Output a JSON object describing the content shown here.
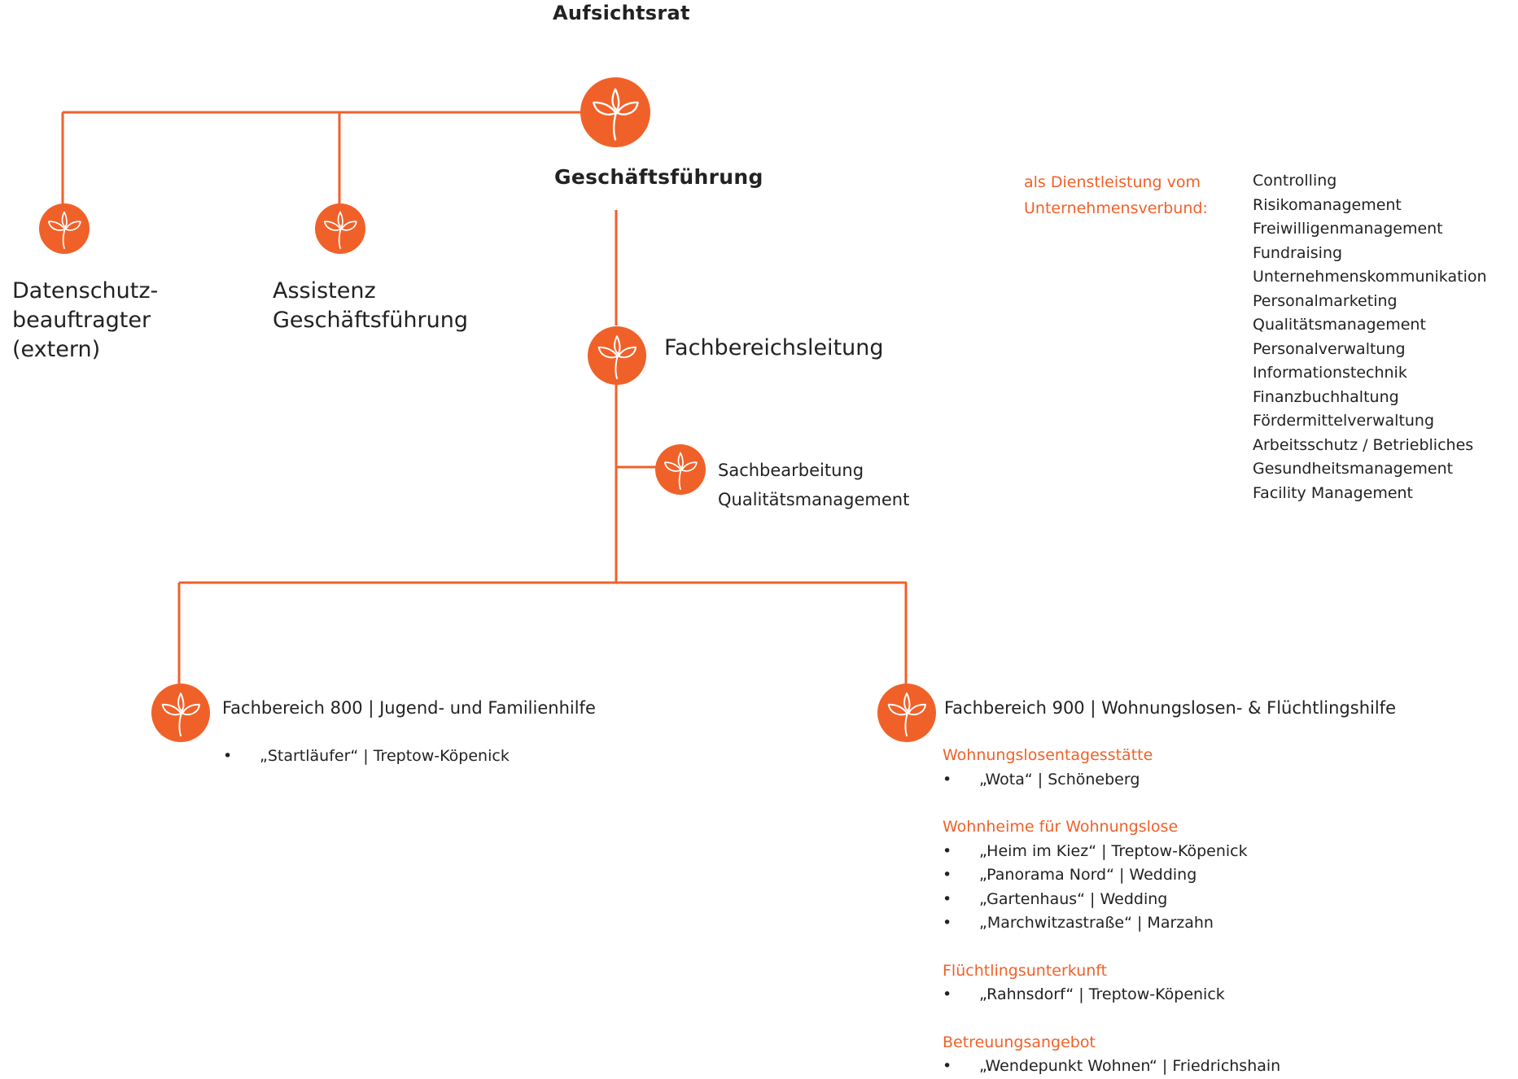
{
  "supervisory_board": "Aufsichtsrat",
  "management": "Geschäftsführung",
  "data_protection": [
    "Datenschutz-",
    "beauftragter",
    "(extern)"
  ],
  "assistant": [
    "Assistenz",
    "Geschäftsführung"
  ],
  "department_lead": "Fachbereichsleitung",
  "quality_staff": [
    "Sachbearbeitung",
    "Qualitätsmanagement"
  ],
  "service_label": [
    "als Dienstleistung vom",
    "Unternehmensverbund:"
  ],
  "services": [
    "Controlling",
    "Risikomanagement",
    "Freiwilligenmanagement",
    "Fundraising",
    "Unternehmenskommunikation",
    "Personalmarketing",
    "Qualitätsmanagement",
    "Personalverwaltung",
    "Informationstechnik",
    "Finanzbuchhaltung",
    "Fördermittelverwaltung",
    "Arbeitsschutz / Betriebliches",
    "Gesundheitsmanagement",
    "Facility Management"
  ],
  "fb800": {
    "title": "Fachbereich 800 | Jugend- und Familienhilfe",
    "items": [
      "„Startläufer“ | Treptow-Köpenick"
    ]
  },
  "fb900": {
    "title": "Fachbereich 900 | Wohnungslosen- & Flüchtlingshilfe",
    "groups": [
      {
        "heading": "Wohnungslosentagesstätte",
        "items": [
          "„Wota“ | Schöneberg"
        ]
      },
      {
        "heading": "Wohnheime für Wohnungslose",
        "items": [
          "„Heim im Kiez“ | Treptow-Köpenick",
          "„Panorama Nord“ | Wedding",
          "„Gartenhaus“ | Wedding",
          "„Marchwitzastraße“ | Marzahn"
        ]
      },
      {
        "heading": "Flüchtlingsunterkunft",
        "items": [
          "„Rahnsdorf“ | Treptow-Köpenick"
        ]
      },
      {
        "heading": "Betreuungsangebot",
        "items": [
          "„Wendepunkt Wohnen“ | Friedrichshain"
        ]
      }
    ]
  },
  "colors": {
    "accent": "#f06129",
    "text": "#222222",
    "background": "#ffffff"
  },
  "icon": "flower-logo-icon"
}
